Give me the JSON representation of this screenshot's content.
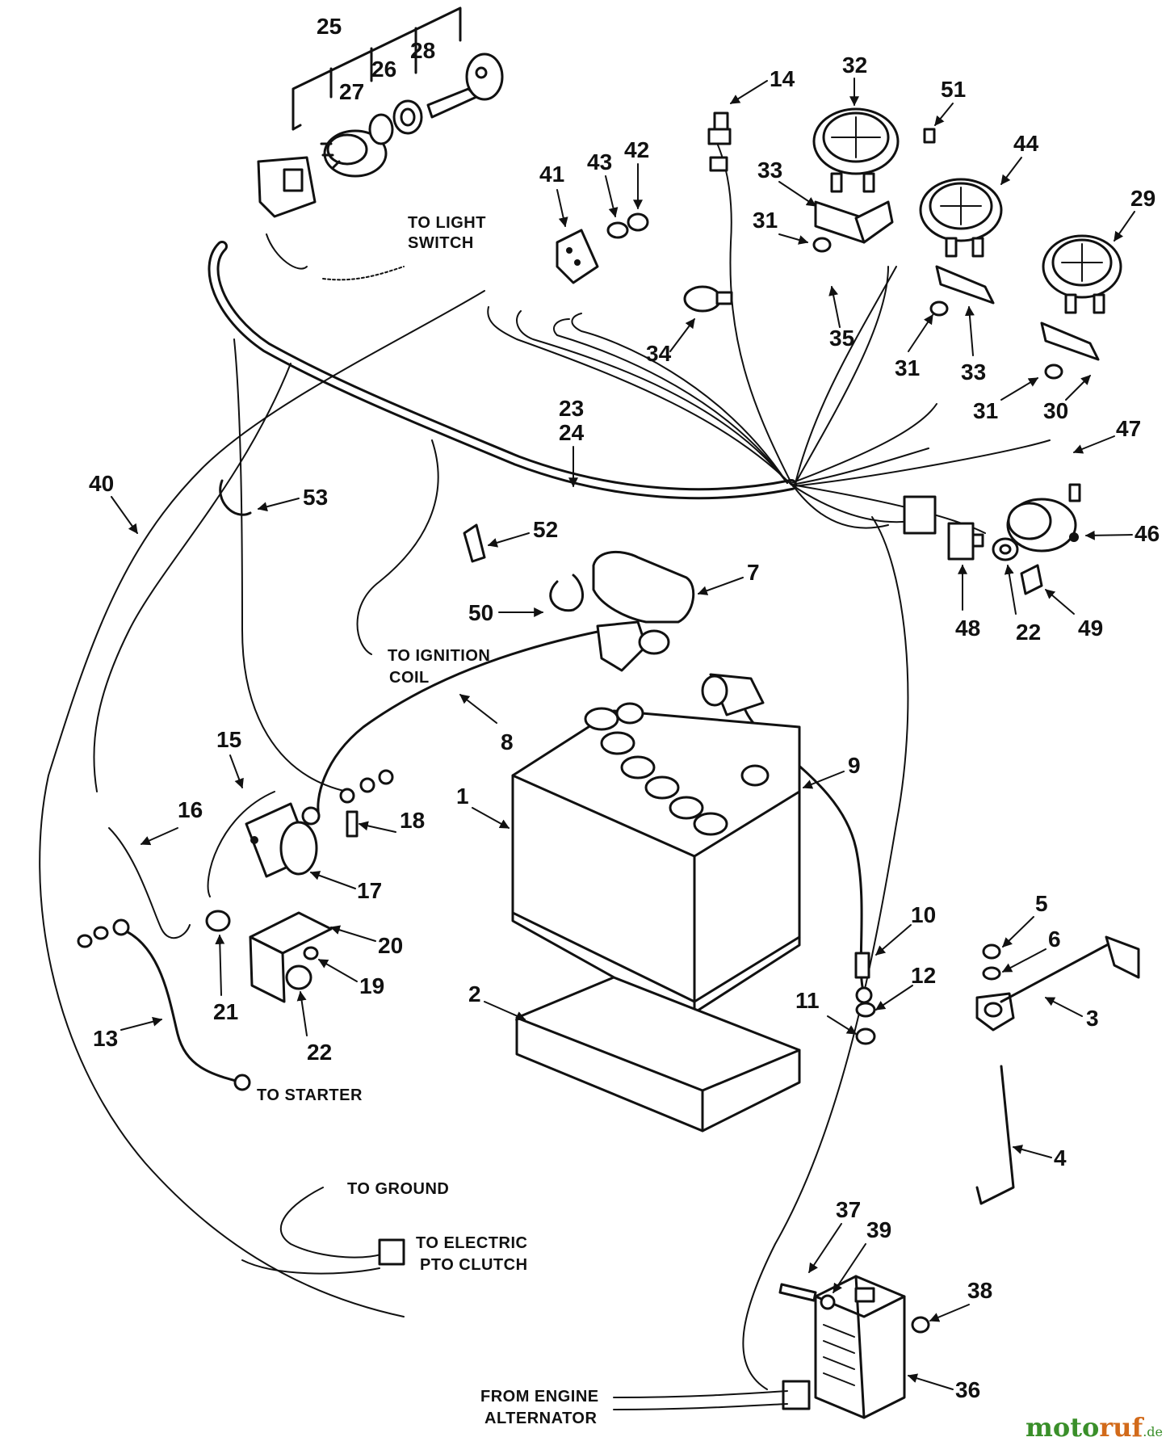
{
  "part_numbers": {
    "p1": "1",
    "p2": "2",
    "p3": "3",
    "p4": "4",
    "p5": "5",
    "p6": "6",
    "p7": "7",
    "p8": "8",
    "p9": "9",
    "p10": "10",
    "p11": "11",
    "p12": "12",
    "p13": "13",
    "p14": "14",
    "p15": "15",
    "p16": "16",
    "p17": "17",
    "p18": "18",
    "p19": "19",
    "p20": "20",
    "p21": "21",
    "p22a": "22",
    "p22b": "22",
    "p23": "23",
    "p24": "24",
    "p25": "25",
    "p26": "26",
    "p27": "27",
    "p28": "28",
    "p29": "29",
    "p30": "30",
    "p31a": "31",
    "p31b": "31",
    "p31c": "31",
    "p32": "32",
    "p33a": "33",
    "p33b": "33",
    "p34": "34",
    "p35": "35",
    "p36": "36",
    "p37": "37",
    "p38": "38",
    "p39": "39",
    "p40": "40",
    "p41": "41",
    "p42": "42",
    "p43": "43",
    "p44": "44",
    "p46": "46",
    "p47": "47",
    "p48": "48",
    "p49": "49",
    "p50": "50",
    "p51": "51",
    "p52": "52",
    "p53": "53"
  },
  "notes": {
    "light_switch_1": "TO LIGHT",
    "light_switch_2": "SWITCH",
    "ignition_1": "TO IGNITION",
    "ignition_2": "COIL",
    "starter": "TO STARTER",
    "ground": "TO GROUND",
    "pto_1": "TO ELECTRIC",
    "pto_2": "PTO CLUTCH",
    "alternator_1": "FROM ENGINE",
    "alternator_2": "ALTERNATOR"
  },
  "watermark": {
    "part1": "moto",
    "part2": "ruf",
    "suffix": ".de"
  },
  "colors": {
    "ink": "#111111",
    "watermark_green": "#3a8f2a",
    "watermark_orange": "#d26a1a"
  }
}
